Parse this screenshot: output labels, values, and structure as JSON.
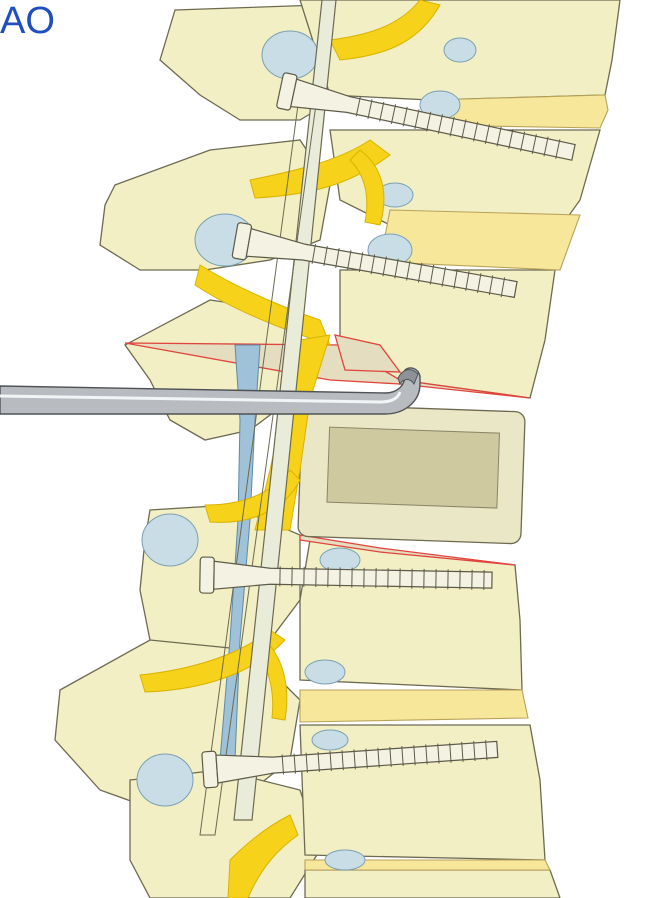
{
  "logo": {
    "text": "AO",
    "color": "#1f4fbf"
  },
  "palette": {
    "bone_fill": "#f2efc4",
    "bone_fill_dark": "#e6e1a8",
    "bone_stroke": "#6d6a52",
    "disc_fill": "#f7e79a",
    "nerve_fill": "#f6d21a",
    "nerve_light": "#f9e064",
    "cartilage_fill": "#c8dde6",
    "rod_fill": "#e9ecd9",
    "screw_fill": "#f4f2e2",
    "resection_line": "#e0443c",
    "resection_fill": "#e4ddbf",
    "cage_fill": "#eae7c6",
    "cage_inner": "#cfc9a0",
    "instrument_fill": "#b8bcc0",
    "instrument_highlight": "#f3f4f5",
    "dural_blue": "#9fc2d8"
  },
  "icons": {
    "logo": "ao-foundation-logo",
    "instrument": "hook-probe-instrument"
  }
}
